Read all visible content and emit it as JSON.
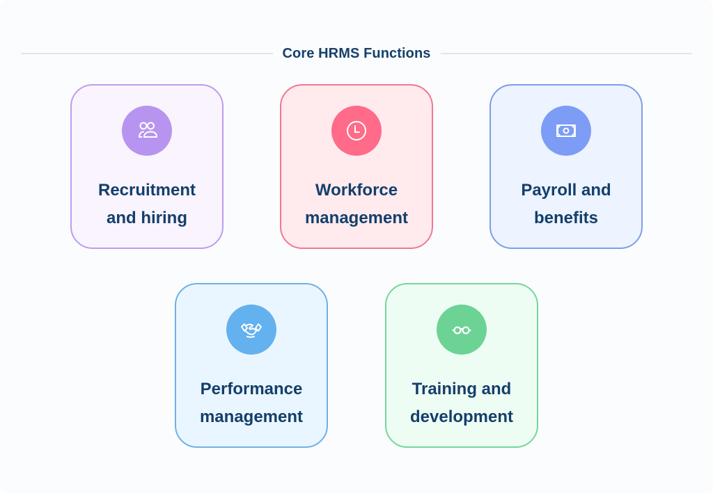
{
  "title": "Core HRMS Functions",
  "cards": [
    {
      "id": "recruitment",
      "label_line1": "Recruitment",
      "label_line2": "and hiring",
      "icon": "users-icon",
      "colors": {
        "circle": "#b794f0",
        "bg": "#f9f4fe",
        "border": "#bd9cf0"
      }
    },
    {
      "id": "workforce",
      "label_line1": "Workforce",
      "label_line2": "management",
      "icon": "clock-icon",
      "colors": {
        "circle": "#ff6b88",
        "bg": "#ffeaee",
        "border": "#f27790"
      }
    },
    {
      "id": "payroll",
      "label_line1": "Payroll and",
      "label_line2": "benefits",
      "icon": "banknote-icon",
      "colors": {
        "circle": "#7c9cf5",
        "bg": "#edf3ff",
        "border": "#7c9ee8"
      }
    },
    {
      "id": "performance",
      "label_line1": "Performance",
      "label_line2": "management",
      "icon": "handshake-icon",
      "colors": {
        "circle": "#63b1ee",
        "bg": "#eaf6ff",
        "border": "#6fb0e6"
      }
    },
    {
      "id": "training",
      "label_line1": "Training and",
      "label_line2": "development",
      "icon": "glasses-icon",
      "colors": {
        "circle": "#6cd395",
        "bg": "#eefdf4",
        "border": "#74d69b"
      }
    }
  ]
}
